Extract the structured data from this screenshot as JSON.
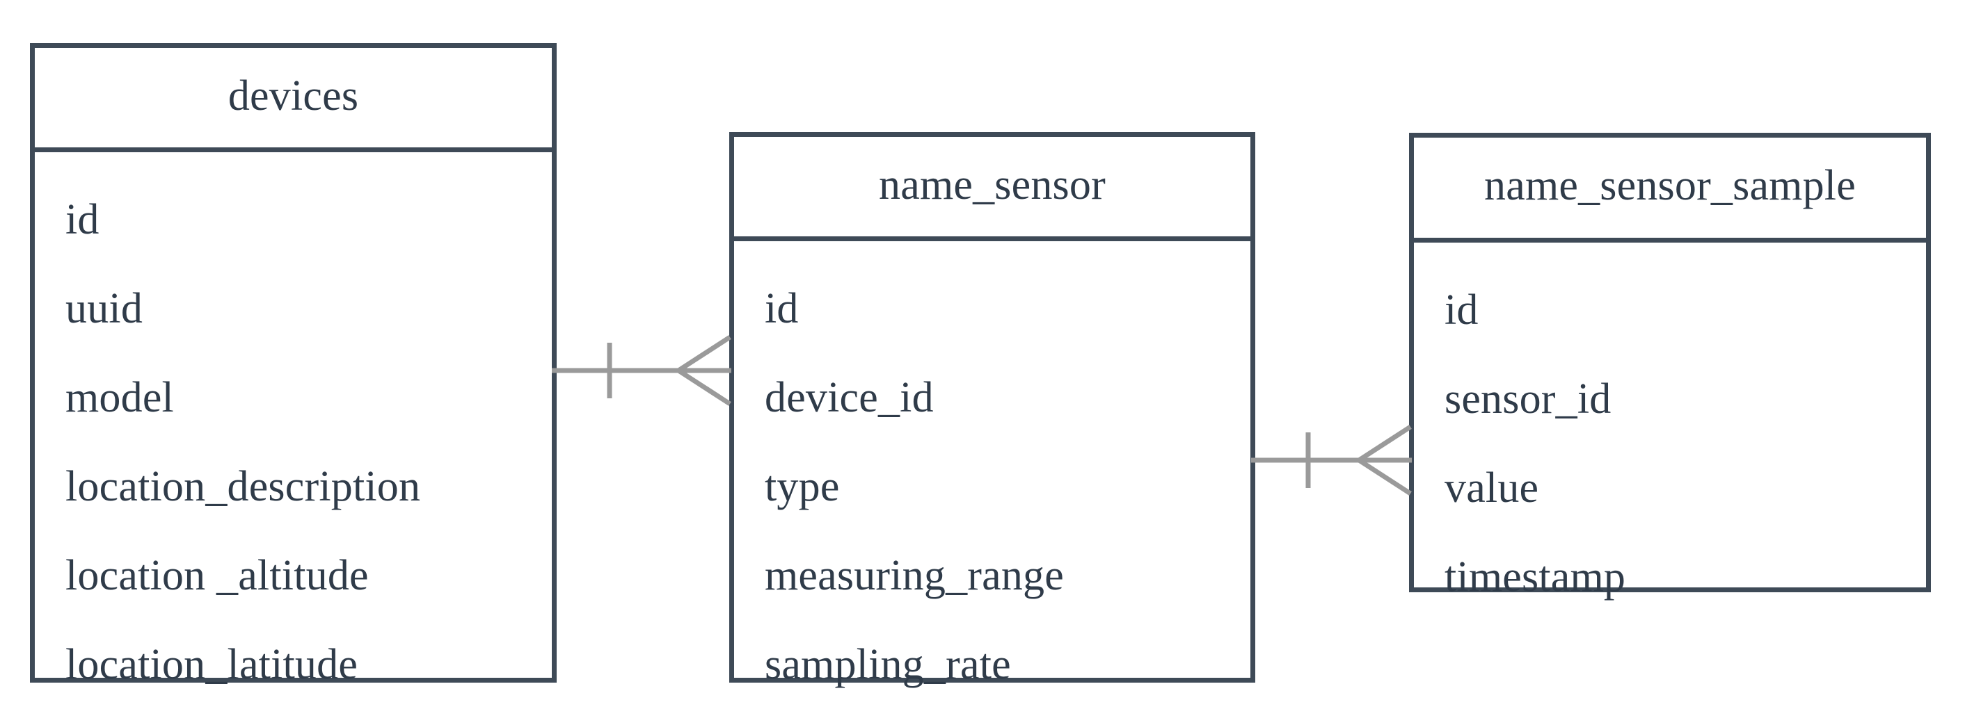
{
  "diagram": {
    "type": "entity-relationship-diagram",
    "notation": "crow's-foot",
    "background_color": "#ffffff",
    "entity_border_color": "#3e4a57",
    "text_color": "#2f3b49",
    "connector_color": "#9a9a9a",
    "entities": [
      {
        "name": "devices",
        "fields": [
          "id",
          "uuid",
          "model",
          "location_description",
          "location _altitude",
          "location_latitude"
        ]
      },
      {
        "name": "name_sensor",
        "fields": [
          "id",
          "device_id",
          "type",
          "measuring_range",
          "sampling_rate"
        ]
      },
      {
        "name": "name_sensor_sample",
        "fields": [
          "id",
          "sensor_id",
          "value",
          "timestamp"
        ]
      }
    ],
    "relationships": [
      {
        "from": "devices",
        "to": "name_sensor",
        "from_cardinality": "one",
        "to_cardinality": "many"
      },
      {
        "from": "name_sensor",
        "to": "name_sensor_sample",
        "from_cardinality": "one",
        "to_cardinality": "many"
      }
    ]
  }
}
